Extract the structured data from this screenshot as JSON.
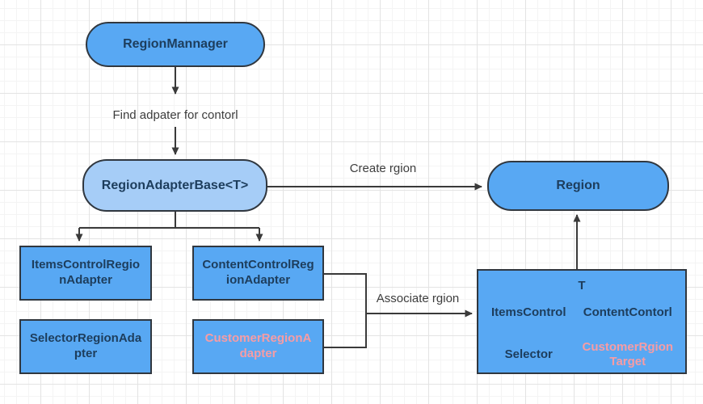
{
  "colors": {
    "node_fill": "#58a8f3",
    "node_fill_light": "#a6cdf7",
    "node_border": "#30373f",
    "node_text": "#1d3d5c",
    "highlight_text": "#f79ca4",
    "edge": "#3a3a3a",
    "label_text": "#3d3d3d"
  },
  "nodes": {
    "region_manager": {
      "label": "RegionMannager"
    },
    "region_adapter_base": {
      "label": "RegionAdapterBase<T>"
    },
    "region": {
      "label": "Region"
    },
    "items_control_region_adapter": {
      "label": "ItemsControlRegionAdapter"
    },
    "selector_region_adapter": {
      "label": "SelectorRegionAdapter"
    },
    "content_control_region_adapter": {
      "label": "ContentControlRegionAdapter"
    },
    "customer_region_adapter": {
      "label": "CustomerRegionAdapter"
    },
    "target_box": {
      "type_param": "T",
      "cells": [
        {
          "label": "ItemsControl"
        },
        {
          "label": "ContentContorl"
        },
        {
          "label": "Selector"
        },
        {
          "label": "CustomerRgion Target"
        }
      ]
    }
  },
  "edge_labels": {
    "find_adapter": "Find adpater for contorl",
    "create_region": "Create rgion",
    "associate_region": "Associate rgion"
  }
}
